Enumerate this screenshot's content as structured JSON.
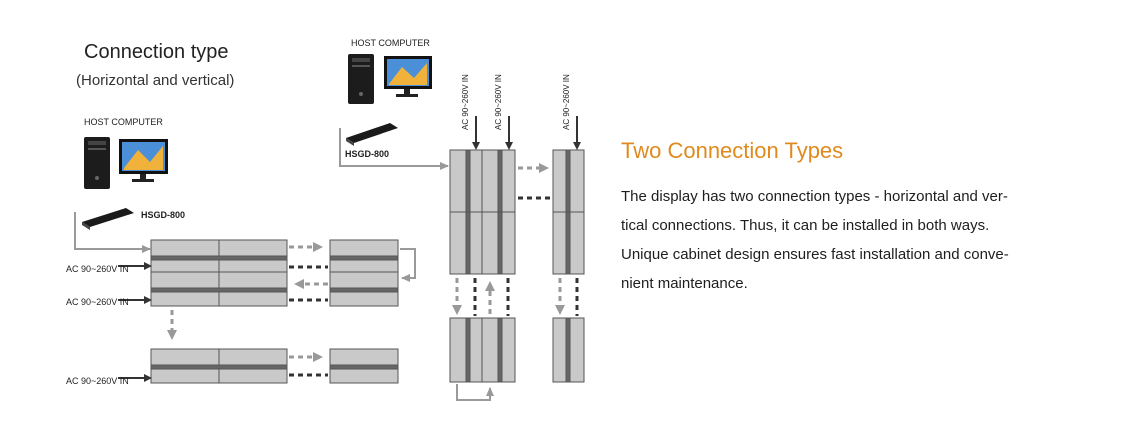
{
  "diagram": {
    "title": "Connection type",
    "subtitle": "(Horizontal and vertical)",
    "host_left_label": "HOST COMPUTER",
    "host_right_label": "HOST COMPUTER",
    "hsgd_left_label": "HSGD-800",
    "hsgd_right_label": "HSGD-800",
    "ac_label": "AC 90~260V IN",
    "icons": [
      "pc-tower-icon",
      "monitor-icon",
      "sender-box-icon"
    ],
    "colors": {
      "cabinet": "#c9c9c9",
      "cabinet_edge": "#555555",
      "cable": "#9a9a9a"
    }
  },
  "info": {
    "heading": "Two Connection Types",
    "lines": [
      "The display has two connection types - horizontal and ver-",
      "tical connections. Thus, it can be installed in both ways.",
      "Unique cabinet design ensures fast installation and conve-",
      "nient maintenance."
    ],
    "heading_color": "#e08a1e"
  }
}
